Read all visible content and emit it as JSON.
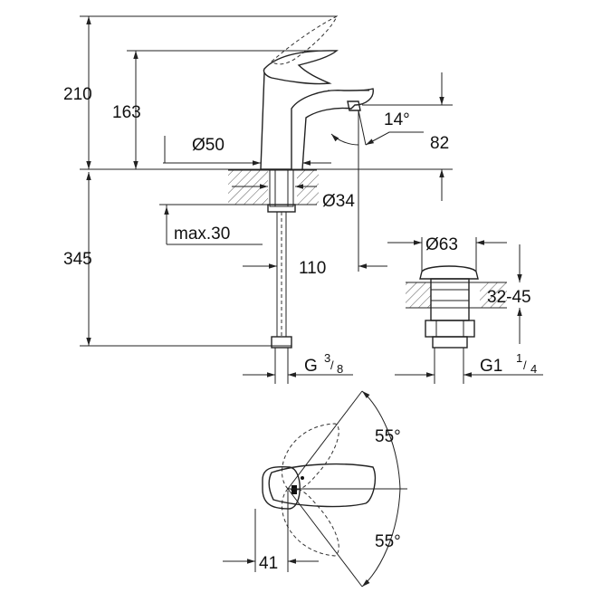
{
  "dimensions": {
    "height_total": "210",
    "height_spout": "163",
    "height_outlet": "82",
    "angle_spout": "14°",
    "diameter_base": "Ø50",
    "diameter_hole": "Ø34",
    "max_thickness": "max.30",
    "below_deck": "345",
    "reach": "110",
    "connection": "G",
    "connection_frac_num": "3",
    "connection_frac_den": "8",
    "waste_diameter": "Ø63",
    "waste_range": "32-45",
    "waste_connection": "G1",
    "waste_frac_num": "1",
    "waste_frac_den": "4",
    "swivel_top": "55°",
    "swivel_bottom": "55°",
    "handle_offset": "41"
  }
}
